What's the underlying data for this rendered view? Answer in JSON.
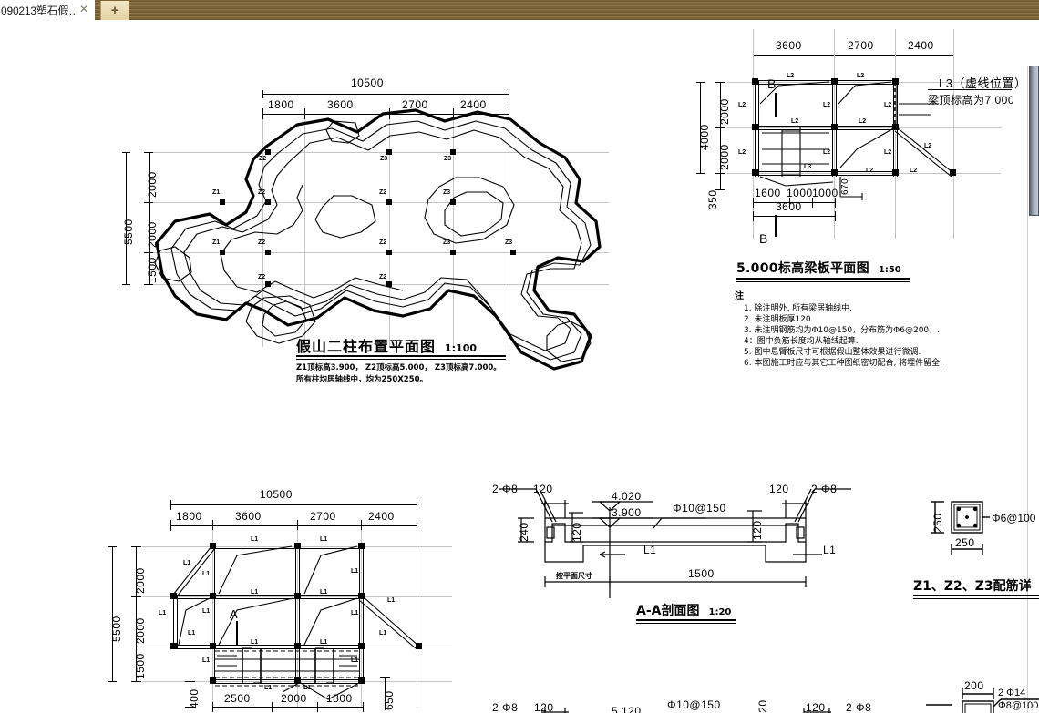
{
  "browser": {
    "tab_title": "090213塑石假…",
    "close_icon": "close-icon",
    "new_tab_label": "+"
  },
  "drawings": [
    {
      "id": "rockery-column-plan",
      "title": "假山二柱布置平面图",
      "scale": "1:100",
      "notes": [
        "Z1顶标高3.900， Z2顶标高5.000， Z3顶标高7.000。",
        "所有柱均居轴线中，均为250X250。"
      ],
      "dims_top_total": "10500",
      "dims_top": [
        "1800",
        "3600",
        "2700",
        "2400"
      ],
      "dims_left_total": "5500",
      "dims_left": [
        "2000",
        "2000",
        "1500"
      ],
      "column_tags": [
        "Z1",
        "Z2",
        "Z3"
      ]
    },
    {
      "id": "beam-plan-5000",
      "title": "5.000标高梁板平面图",
      "scale": "1:50",
      "dims_top": [
        "3600",
        "2700",
        "2400"
      ],
      "dims_left_total": "4000",
      "dims_left": [
        "2000",
        "2000"
      ],
      "dim_left_extra": "350",
      "dims_bottom": [
        "1600",
        "1000",
        "1000"
      ],
      "dims_bottom_total": "3600",
      "dim_inner": "670",
      "section_marks": [
        "B",
        "B"
      ],
      "callouts": [
        "L3（虚线位置）",
        "梁顶标高为7.000"
      ],
      "beam_tags": [
        "L2",
        "L3"
      ]
    },
    {
      "id": "beam-plan-lower",
      "title": "",
      "dims_top_total": "10500",
      "dims_top": [
        "1800",
        "3600",
        "2700",
        "2400"
      ],
      "dims_left_total": "5500",
      "dims_left": [
        "2000",
        "2000",
        "1500"
      ],
      "dims_bottom": [
        "2500",
        "2000",
        "1800"
      ],
      "dim_bottom_left": "400",
      "dim_bottom_right": "650",
      "section_marks": [
        "A"
      ],
      "beam_tags": [
        "L1"
      ]
    },
    {
      "id": "section-a-a",
      "title": "A-A剖面图",
      "scale": "1:20",
      "labels": {
        "left_rebar": "2 Φ8",
        "right_rebar": "2 Φ8",
        "left_thk": "120",
        "right_thk": "120",
        "inner_thk": "120",
        "depth": "240",
        "elev_top": "4.020",
        "elev_bot": "3.900",
        "slab_rebar": "Φ10@150",
        "beam_left": "L1",
        "beam_right": "L1",
        "span": "1500",
        "note_dim": "按平面尺寸"
      }
    },
    {
      "id": "column-rebar-detail",
      "title": "Z1、Z2、Z3配筋详",
      "labels": {
        "height": "250",
        "width": "250",
        "stirrup": "Φ6@100"
      }
    },
    {
      "id": "section-bottom-partial",
      "labels": {
        "left_rebar": "2 Φ8",
        "left_thk": "120",
        "elev_top": "5.120",
        "slab_rebar": "Φ10@150",
        "right_thk": "120",
        "right_rebar": "2 Φ8"
      }
    },
    {
      "id": "column-detail-bottom-right",
      "labels": {
        "width": "200",
        "main_rebar": "2 Φ14",
        "stirrup": "Φ8@100"
      }
    }
  ],
  "notes_block": {
    "header": "注",
    "items": [
      "1. 除注明外, 所有梁居轴线中.",
      "2. 未注明板厚120.",
      "3. 未注明钢筋均为Φ10@150，分布筋为Φ6@200，.",
      "4：图中负筋长度均从轴线起算.",
      "5. 图中悬臂板尺寸可根据假山整体效果进行微调.",
      "6. 本图施工时应与其它工种图纸密切配合, 将埋件留全."
    ]
  },
  "colors": {
    "ink": "#000000",
    "grid": "#c4c4c4",
    "tab_bar": "#7a6436",
    "scrollbar": "#6b7383"
  }
}
